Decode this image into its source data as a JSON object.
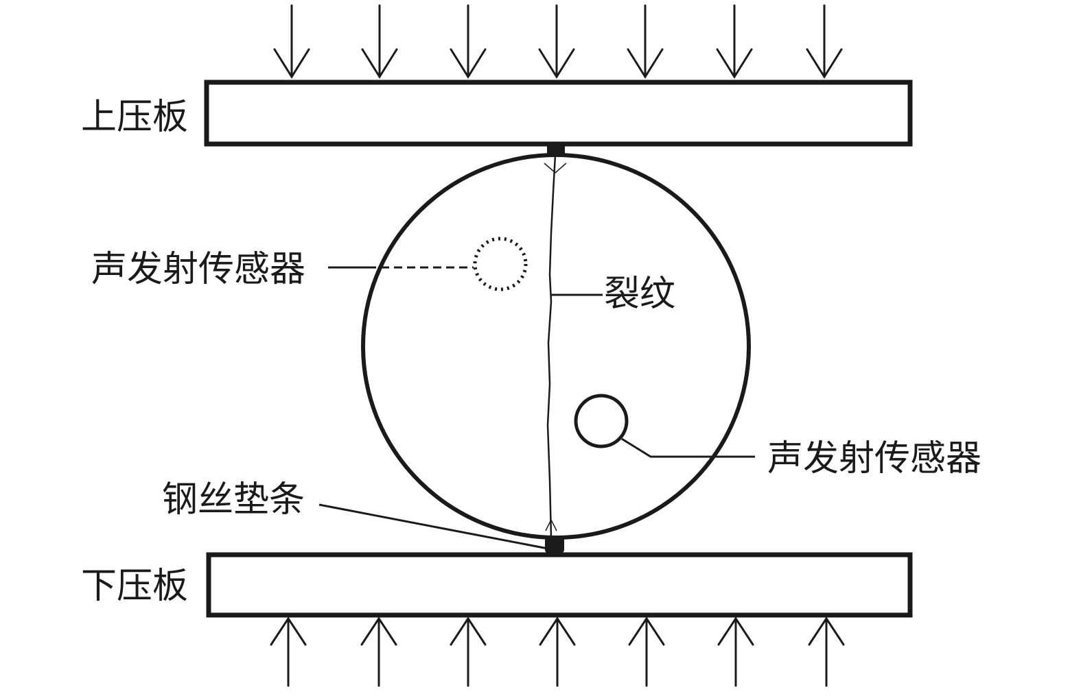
{
  "labels": {
    "upper_plate": "上压板",
    "lower_plate": "下压板",
    "sensor_back": "声发射传感器",
    "sensor_front": "声发射传感器",
    "crack": "裂纹",
    "steel_wire_strip": "钢丝垫条"
  },
  "colors": {
    "stroke": "#1a1a1a",
    "background": "#ffffff"
  }
}
